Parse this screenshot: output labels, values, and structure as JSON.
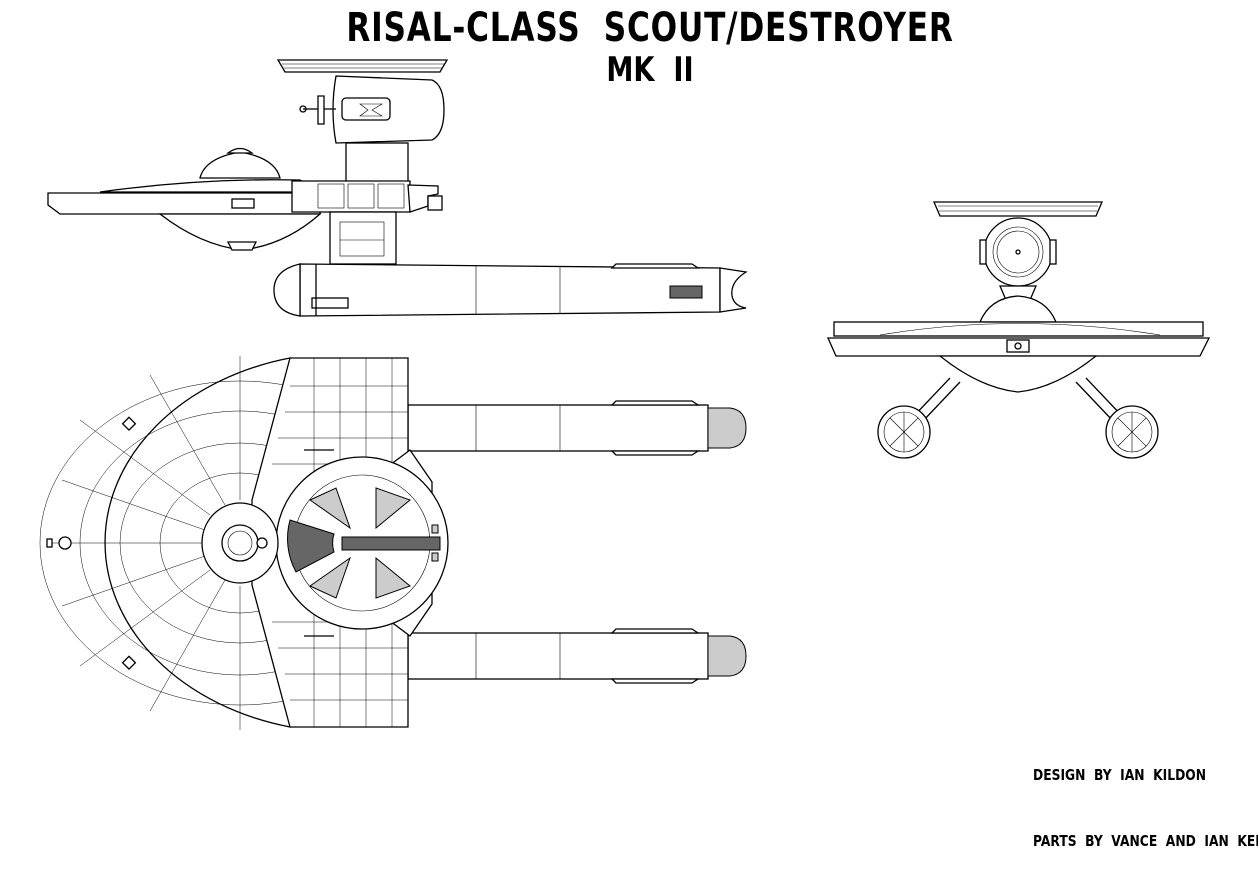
{
  "title": "RISAL-CLASS  SCOUT/DESTROYER",
  "subtitle": "MK  II",
  "credits": {
    "design": "DESIGN  BY  IAN  KILDON",
    "parts": "PARTS  BY  VANCE  AND  IAN  KELDON"
  }
}
